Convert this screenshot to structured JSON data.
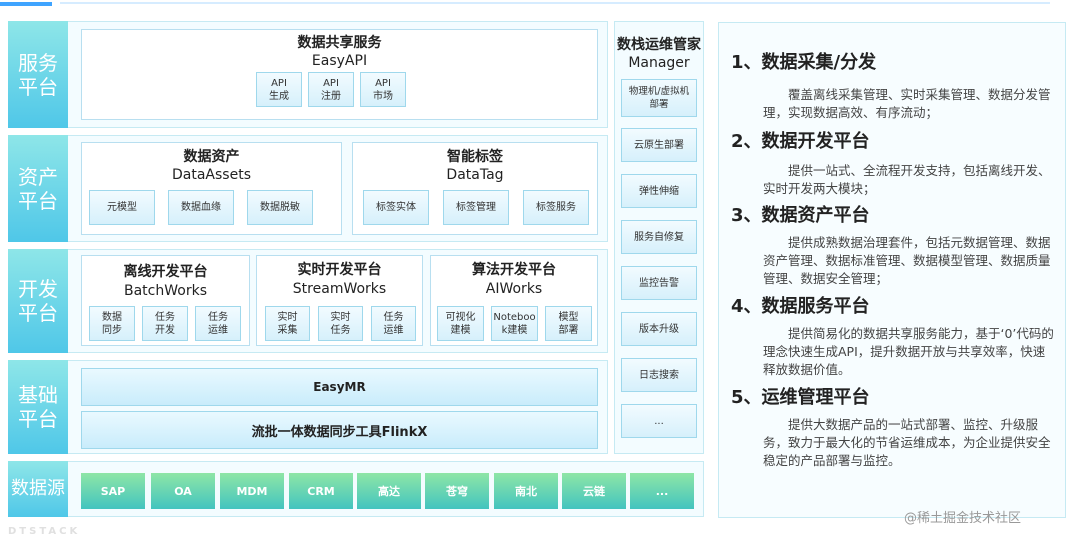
{
  "rows": {
    "service": "服务\n平台",
    "asset": "资产\n平台",
    "dev": "开发\n平台",
    "base": "基础\n平台",
    "source": "数据源"
  },
  "service": {
    "title": "数据共享服务",
    "subtitle": "EasyAPI",
    "chips": [
      "API\n生成",
      "API\n注册",
      "API\n市场"
    ]
  },
  "assets": {
    "title": "数据资产",
    "subtitle": "DataAssets",
    "chips": [
      "元模型",
      "数据血缘",
      "数据脱敏"
    ]
  },
  "tags": {
    "title": "智能标签",
    "subtitle": "DataTag",
    "chips": [
      "标签实体",
      "标签管理",
      "标签服务"
    ]
  },
  "batch": {
    "title": "离线开发平台",
    "subtitle": "BatchWorks",
    "chips": [
      "数据\n同步",
      "任务\n开发",
      "任务\n运维"
    ]
  },
  "stream": {
    "title": "实时开发平台",
    "subtitle": "StreamWorks",
    "chips": [
      "实时\n采集",
      "实时\n任务",
      "任务\n运维"
    ]
  },
  "ai": {
    "title": "算法开发平台",
    "subtitle": "AIWorks",
    "chips": [
      "可视化\n建模",
      "Notebоо\nk建模",
      "模型\n部署"
    ]
  },
  "base": {
    "easymr": "EasyMR",
    "flinkx": "流批一体数据同步工具FlinkX"
  },
  "sources": [
    "SAP",
    "OA",
    "MDM",
    "CRM",
    "高达",
    "苍穹",
    "南北",
    "云链",
    "..."
  ],
  "manager": {
    "title": "数栈运维管家",
    "subtitle": "Manager",
    "items": [
      "物理机/虚拟机\n部署",
      "云原生部署",
      "弹性伸缩",
      "服务自修复",
      "监控告警",
      "版本升级",
      "日志搜索",
      "..."
    ]
  },
  "sections": [
    {
      "title": "1、数据采集/分发",
      "body": "覆盖离线采集管理、实时采集管理、数据分发管理，实现数据高效、有序流动；"
    },
    {
      "title": "2、数据开发平台",
      "body": "提供一站式、全流程开发支持，包括离线开发、实时开发两大模块；"
    },
    {
      "title": "3、数据资产平台",
      "body": "提供成熟数据治理套件，包括元数据管理、数据资产管理、数据标准管理、数据模型管理、数据质量管理、数据安全管理；"
    },
    {
      "title": "4、数据服务平台",
      "body": "提供简易化的数据共享服务能力，基于‘0’代码的理念快速生成API，提升数据开放与共享效率，快速释放数据价值。"
    },
    {
      "title": "5、运维管理平台",
      "body": "提供大数据产品的一站式部署、监控、升级服务，致力于最大化的节省运维成本，为企业提供安全稳定的产品部署与监控。"
    }
  ],
  "footer": {
    "logo": "DTSTACK",
    "watermark": "@稀土掘金技术社区"
  }
}
